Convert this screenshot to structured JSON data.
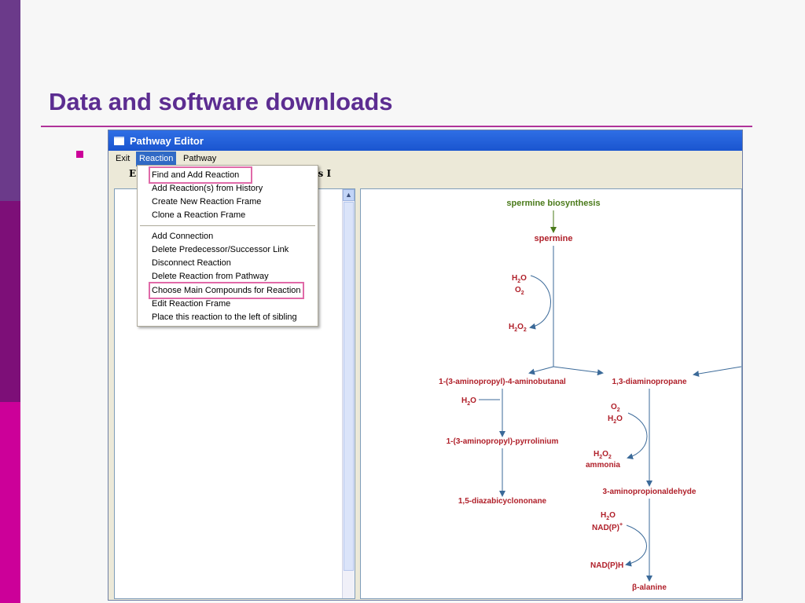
{
  "slide": {
    "title": "Data and software downloads"
  },
  "window": {
    "title": "Pathway Editor",
    "menu": [
      "Exit",
      "Reaction",
      "Pathway"
    ],
    "toolbar_left": "E",
    "toolbar_right": "is I"
  },
  "dropdown": {
    "items_group1": [
      "Find and Add Reaction",
      "Add Reaction(s) from History",
      "Create New Reaction Frame",
      "Clone a Reaction Frame"
    ],
    "items_group2": [
      "Add Connection",
      "Delete Predecessor/Successor Link",
      "Disconnect Reaction",
      "Delete Reaction from Pathway",
      "Choose Main Compounds for Reaction",
      "Edit Reaction Frame",
      "Place this reaction to the left of sibling"
    ]
  },
  "pathway": {
    "top_pathway": "spermine biosynthesis",
    "spermine": "spermine",
    "c1": "1-(3-aminopropyl)-4-aminobutanal",
    "c2": "1,3-diaminopropane",
    "c3": "1-(3-aminopropyl)-pyrrolinium",
    "c4": "1,5-diazabicyclononane",
    "c5": "3-aminopropionaldehyde",
    "c6": "β-alanine",
    "ammonia": "ammonia",
    "nadp": "NAD(P)",
    "nadph": "NAD(P)H",
    "plus": "+",
    "h": "H",
    "o": "O",
    "sub2": "2"
  },
  "colors": {
    "stripe_top": "#6b3a8a",
    "stripe_mid": "#7d0f78",
    "stripe_bottom": "#cc0099",
    "title": "#5c2d91",
    "compound": "#b0202a",
    "pathway_link": "#4a7a1a",
    "arrow": "#3b6a99",
    "highlight": "#e06aa8"
  }
}
